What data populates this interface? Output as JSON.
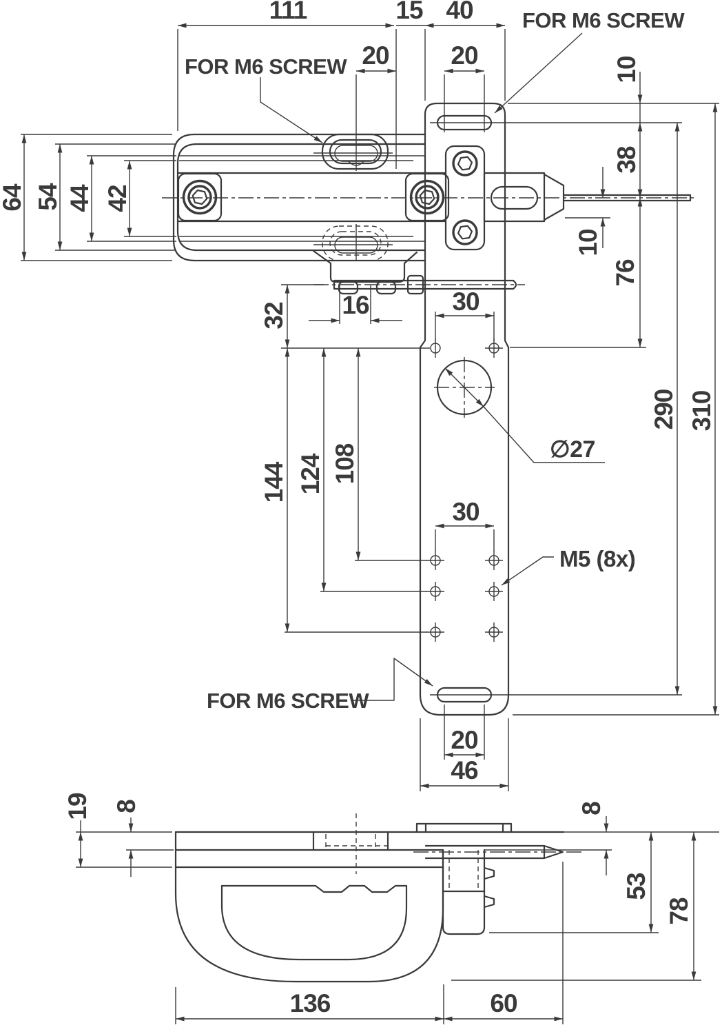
{
  "main_view": {
    "labels": {
      "screw_note_left": "FOR M6 SCREW",
      "screw_note_right": "FOR M6 SCREW",
      "screw_note_bottom": "FOR M6 SCREW",
      "m5_note": "M5 (8x)",
      "diameter_note": "∅27"
    },
    "dims": {
      "d111": "111",
      "d15": "15",
      "d40": "40",
      "d20_left": "20",
      "d20_right": "20",
      "d64": "64",
      "d54": "54",
      "d44": "44",
      "d42": "42",
      "d10_top": "10",
      "d38": "38",
      "d10_bolt": "10",
      "d76": "76",
      "d290": "290",
      "d310": "310",
      "d32": "32",
      "d16": "16",
      "d30_upper": "30",
      "d30_lower": "30",
      "d108": "108",
      "d124": "124",
      "d144": "144",
      "d20_bottom": "20",
      "d46": "46"
    }
  },
  "side_view": {
    "dims": {
      "d19": "19",
      "d8_left": "8",
      "d8_right": "8",
      "d53": "53",
      "d78": "78",
      "d136": "136",
      "d60": "60"
    }
  }
}
